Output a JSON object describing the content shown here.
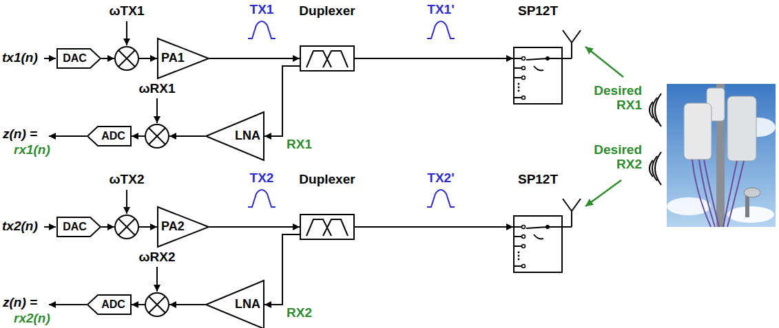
{
  "diagram": {
    "nodes": [
      {
        "text": [
          "DAC"
        ]
      },
      {
        "text": [
          "ωTX1"
        ]
      },
      {
        "text": [
          "PA1"
        ]
      },
      {
        "text": [
          "Duplexer"
        ]
      },
      {
        "text": [
          "SP12T"
        ]
      },
      {
        "text": [
          "ADC"
        ]
      },
      {
        "text": [
          "ωRX1"
        ]
      },
      {
        "text": [
          "LNA"
        ]
      },
      {
        "text": [
          "DAC"
        ]
      },
      {
        "text": [
          "ωTX2"
        ]
      },
      {
        "text": [
          "PA2"
        ]
      },
      {
        "text": [
          "Duplexer"
        ]
      },
      {
        "text": [
          "SP12T"
        ]
      },
      {
        "text": [
          "ADC"
        ]
      },
      {
        "text": [
          "ωRX2"
        ]
      },
      {
        "text": [
          "LNA"
        ]
      }
    ],
    "edges": [
      {
        "from": 0,
        "to": 1,
        "arrow": "to"
      },
      {
        "from": 1,
        "to": 2,
        "arrow": "to"
      },
      {
        "from": 2,
        "to": 3,
        "arrow": "to"
      },
      {
        "from": 3,
        "to": 4,
        "arrow": "to"
      },
      {
        "from": 3,
        "to": 7,
        "arrow": "to"
      },
      {
        "from": 7,
        "to": 6,
        "arrow": "to"
      },
      {
        "from": 6,
        "to": 5,
        "arrow": "to"
      },
      {
        "from": 8,
        "to": 9,
        "arrow": "to"
      },
      {
        "from": 9,
        "to": 10,
        "arrow": "to"
      },
      {
        "from": 10,
        "to": 11,
        "arrow": "to"
      },
      {
        "from": 11,
        "to": 12,
        "arrow": "to"
      },
      {
        "from": 11,
        "to": 15,
        "arrow": "to"
      },
      {
        "from": 15,
        "to": 14,
        "arrow": "to"
      },
      {
        "from": 14,
        "to": 13,
        "arrow": "to"
      }
    ],
    "labels": [
      "tx1(n)",
      "TX1",
      "TX1'",
      "Desired RX1",
      "RX1",
      "z(n) =",
      "rx1(n)",
      "tx2(n)",
      "TX2",
      "TX2'",
      "Desired RX2",
      "RX2",
      "z(n) =",
      "rx2(n)"
    ]
  }
}
